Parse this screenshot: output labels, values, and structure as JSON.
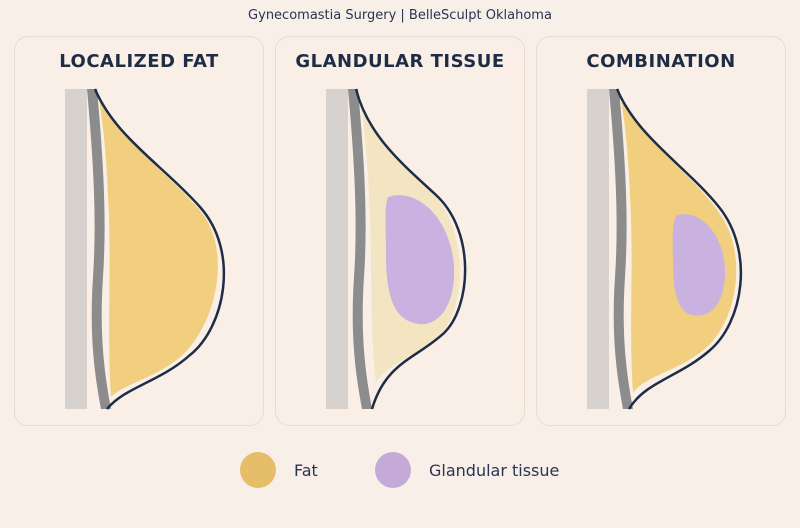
{
  "header": {
    "text": "Gynecomastia Surgery  |  BelleSculpt Oklahoma"
  },
  "panels": [
    {
      "title": "LOCALIZED FAT"
    },
    {
      "title": "GLANDULAR TISSUE"
    },
    {
      "title": "COMBINATION"
    }
  ],
  "legend": [
    {
      "label": "Fat",
      "color": "#e6be6a"
    },
    {
      "label": "Glandular tissue",
      "color": "#c4a9d9"
    }
  ],
  "colors": {
    "background": "#f8efe8",
    "chest_wall": "#cfc9c6",
    "muscle_band": "#8a8a8a",
    "fat": "#f0cf7d",
    "fat_light": "#f3e3bd",
    "gland": "#c9b2e0",
    "outline": "#1f2c45"
  }
}
